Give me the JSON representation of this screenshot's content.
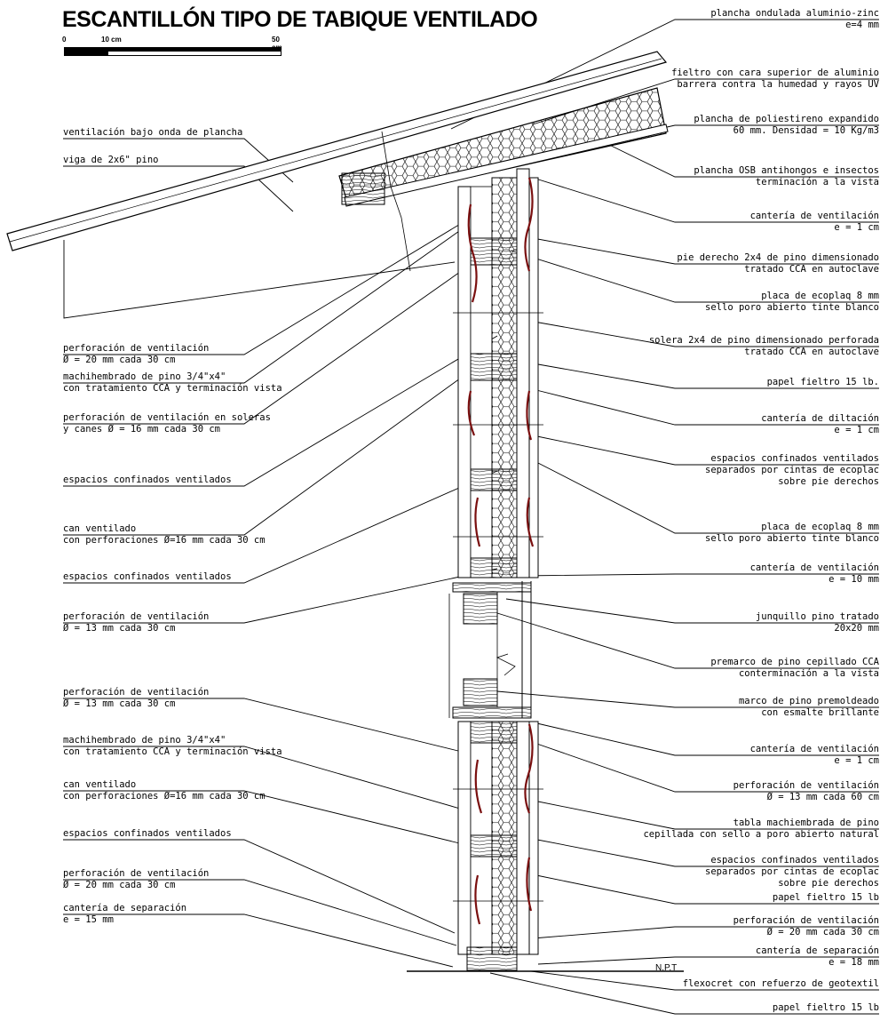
{
  "title": "ESCANTILLÓN TIPO DE TABIQUE VENTILADO",
  "scale": {
    "labels": [
      "0",
      "10 cm",
      "50 cm"
    ]
  },
  "npt": "N.P.T",
  "left_notes": [
    [
      "ventilación bajo onda de plancha"
    ],
    [
      "viga de 2x6\" pino"
    ],
    [
      "perforación de ventilación",
      "Ø = 20 mm cada 30 cm"
    ],
    [
      "machihembrado de pino 3/4\"x4\"",
      "con tratamiento CCA y terminación vista"
    ],
    [
      "perforación de ventilación en soleras",
      "y canes Ø = 16 mm cada 30 cm"
    ],
    [
      "espacios confinados ventilados"
    ],
    [
      "can ventilado",
      "con perforaciones Ø=16 mm cada 30 cm"
    ],
    [
      "espacios confinados ventilados"
    ],
    [
      "perforación de ventilación",
      "Ø = 13 mm cada 30 cm"
    ],
    [
      "perforación de ventilación",
      "Ø = 13 mm cada 30 cm"
    ],
    [
      "machihembrado de pino 3/4\"x4\"",
      "con tratamiento CCA y terminación vista"
    ],
    [
      "can ventilado",
      "con perforaciones Ø=16 mm cada 30 cm"
    ],
    [
      "espacios confinados ventilados"
    ],
    [
      "perforación de ventilación",
      "Ø = 20 mm cada 30 cm"
    ],
    [
      "cantería de separación",
      "e = 15 mm"
    ]
  ],
  "right_notes": [
    [
      "plancha ondulada aluminio-zinc",
      "e=4 mm"
    ],
    [
      "fieltro con cara superior de aluminio",
      "barrera contra la humedad y rayos UV"
    ],
    [
      "plancha de poliestireno expandido",
      "60 mm.  Densidad = 10 Kg/m3"
    ],
    [
      "plancha OSB antihongos e insectos",
      "terminación a la vista"
    ],
    [
      "cantería de ventilación",
      "e = 1 cm"
    ],
    [
      "pie derecho 2x4 de pino dimensionado",
      "tratado CCA en autoclave"
    ],
    [
      "placa de ecoplaq 8 mm",
      "sello poro abierto tinte blanco"
    ],
    [
      "solera 2x4 de pino dimensionado perforada",
      "tratado CCA en autoclave"
    ],
    [
      "papel fieltro 15 lb."
    ],
    [
      "cantería de diltación",
      "e = 1 cm"
    ],
    [
      "espacios confinados ventilados",
      "separados por cintas de ecoplac",
      "sobre pie derechos"
    ],
    [
      "placa de ecoplaq 8 mm",
      "sello poro abierto tinte blanco"
    ],
    [
      "cantería de ventilación",
      "e = 10 mm"
    ],
    [
      "junquillo pino tratado",
      "20x20 mm"
    ],
    [
      "premarco de pino cepillado CCA",
      "conterminación a la vista"
    ],
    [
      "marco de pino premoldeado",
      "con esmalte brillante"
    ],
    [
      "cantería de ventilación",
      "e = 1 cm"
    ],
    [
      "perforación de ventilación",
      "Ø = 13 mm cada 60 cm"
    ],
    [
      "tabla machiembrada de pino",
      "cepillada con sello a poro abierto natural"
    ],
    [
      "espacios confinados ventilados",
      "separados por cintas de ecoplac",
      "sobre pie derechos"
    ],
    [
      "papel fieltro 15 lb"
    ],
    [
      "perforación de ventilación",
      "Ø = 20 mm cada 30 cm"
    ],
    [
      "cantería de separación",
      "e = 18 mm"
    ],
    [
      "flexocret con refuerzo de geotextil"
    ],
    [
      "papel fieltro 15 lb"
    ]
  ]
}
